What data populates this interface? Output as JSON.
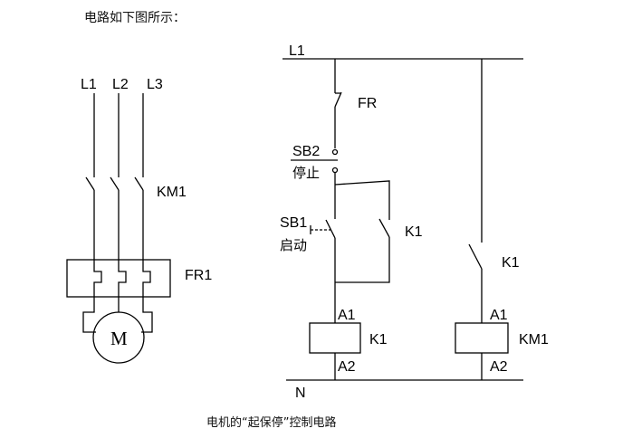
{
  "intro_text": "电路如下图所示：",
  "caption": "电机的“起保停”控制电路",
  "main_circuit": {
    "phases": [
      "L1",
      "L2",
      "L3"
    ],
    "contactor": "KM1",
    "overload": "FR1",
    "motor": "M"
  },
  "control_circuit": {
    "supply_top": "L1",
    "supply_bottom": "N",
    "overload_contact": "FR",
    "stop_button": "SB2",
    "stop_label": "停止",
    "start_button": "SB1",
    "start_label": "启动",
    "holding_contact": "K1",
    "relay_contact": "K1",
    "relay_coil": "K1",
    "contactor_coil": "KM1",
    "coil_terminal_top": "A1",
    "coil_terminal_bottom": "A2"
  }
}
